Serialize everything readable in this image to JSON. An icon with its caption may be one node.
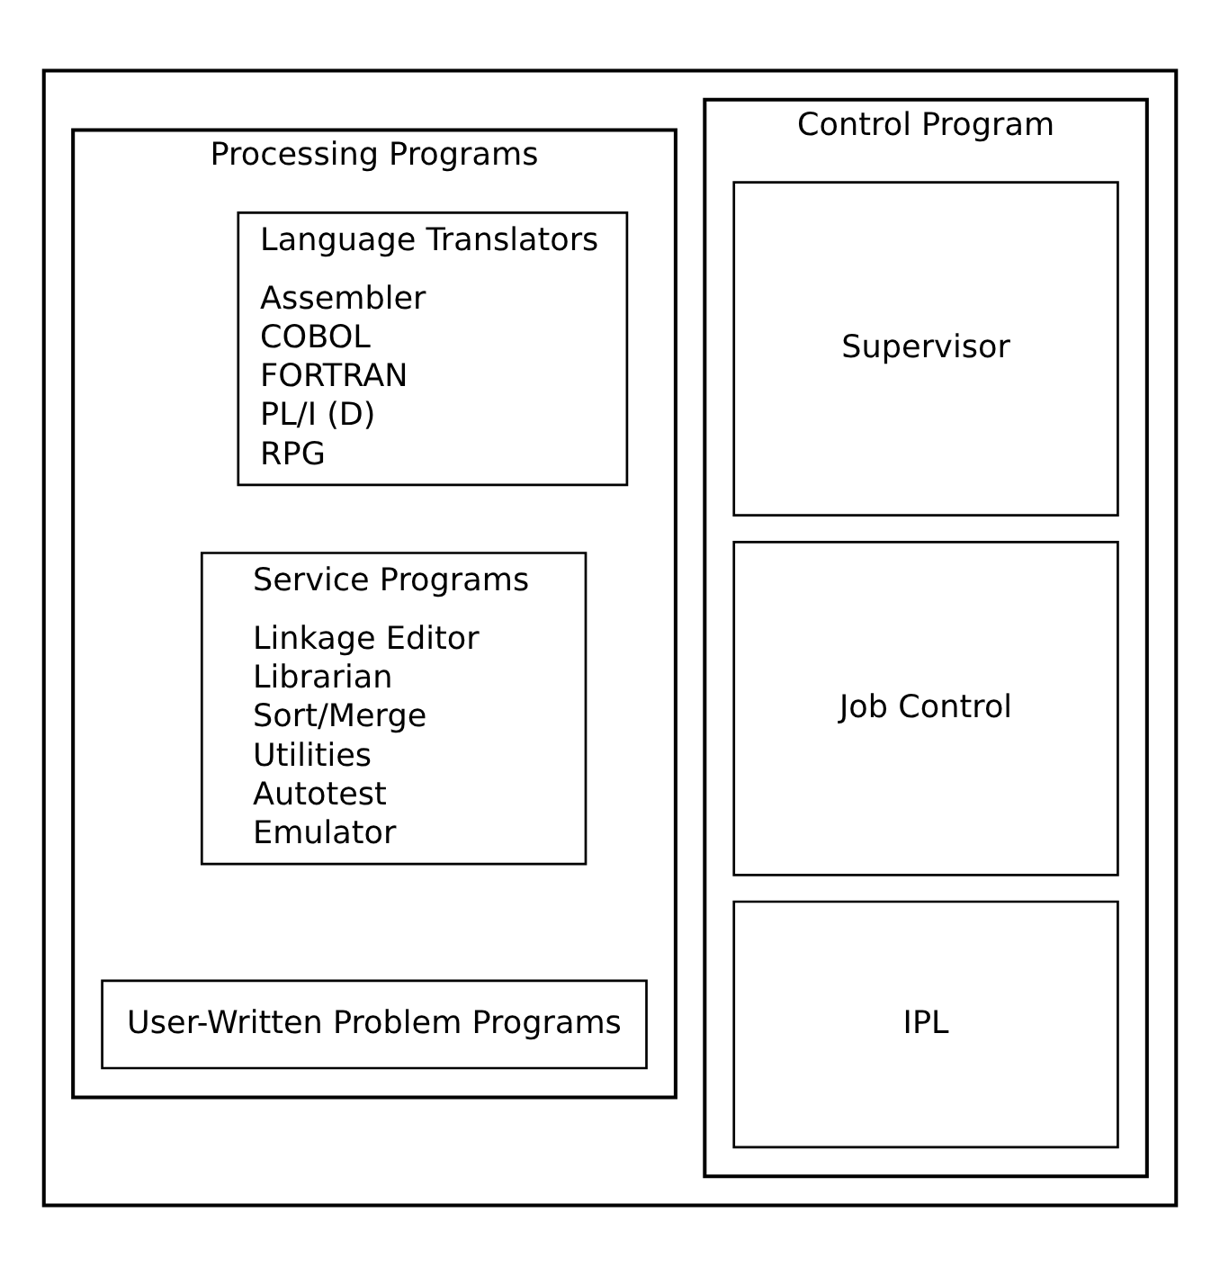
{
  "diagram": {
    "nodes": [
      {
        "text": [],
        "shape": "box"
      },
      {
        "text": [
          "Control Program"
        ],
        "in": 0
      },
      {
        "text": [
          "Supervisor"
        ],
        "in": 1
      },
      {
        "text": [
          "Job Control"
        ],
        "in": 1
      },
      {
        "text": [
          "IPL"
        ],
        "in": 1
      },
      {
        "text": [
          "Processing Programs"
        ],
        "in": 0
      },
      {
        "text": [
          "Language Translators",
          "Assembler",
          "COBOL",
          "FORTRAN",
          "PL/I (D)",
          "RPG"
        ],
        "in": 5
      },
      {
        "text": [
          "Service Programs",
          "Linkage Editor",
          "Librarian",
          "Sort/Merge",
          "Utilities",
          "Autotest",
          "Emulator"
        ],
        "in": 5
      },
      {
        "text": [
          "User-Written Problem Programs"
        ],
        "in": 5
      }
    ],
    "edges": []
  }
}
